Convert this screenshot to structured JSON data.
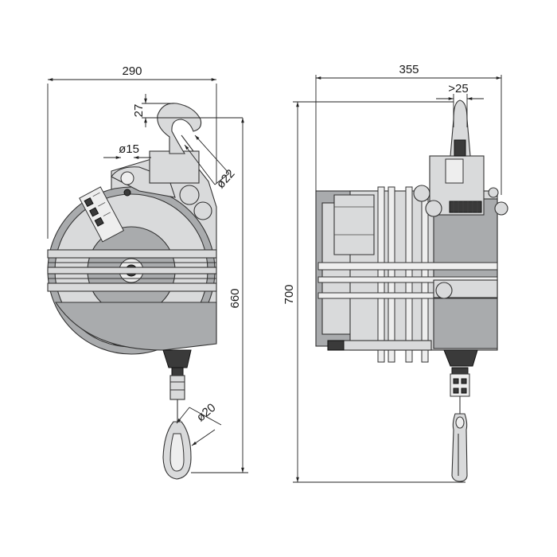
{
  "dimensions": {
    "front_width": "290",
    "front_height": "660",
    "hook_offset": "27",
    "suspension_dia": "ø15",
    "hook_dia": "ø22",
    "carabiner_dia": "ø20",
    "side_width": "355",
    "side_height": "700",
    "side_clearance": ">25"
  }
}
